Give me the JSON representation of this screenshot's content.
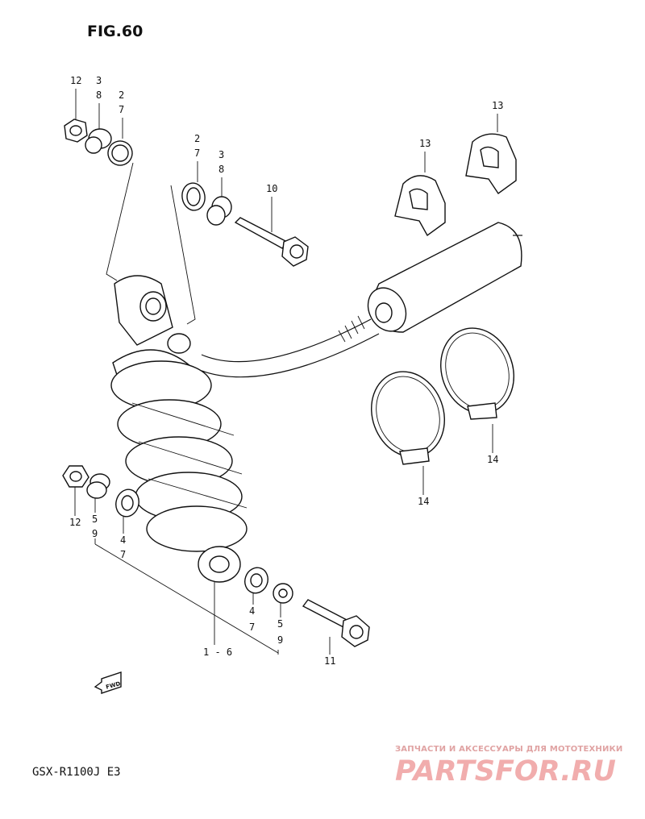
{
  "figure": {
    "title": "FIG.60",
    "model": "GSX-R1100J  E3",
    "fwd_label": "FWD"
  },
  "callouts": {
    "c12_top": "12",
    "c38_top": [
      "3",
      "8"
    ],
    "c27_top": [
      "2",
      "7"
    ],
    "c27_mid": [
      "2",
      "7"
    ],
    "c38_mid": [
      "3",
      "8"
    ],
    "c10": "10",
    "c13_left": "13",
    "c13_right": "13",
    "c12_bottom": "12",
    "c59_left": [
      "5",
      "9"
    ],
    "c47_left": [
      "4",
      "7"
    ],
    "c16": "1 - 6",
    "c47_bottom": [
      "4",
      "7"
    ],
    "c59_bottom": [
      "5",
      "9"
    ],
    "c11": "11",
    "c14_left": "14",
    "c14_right": "14"
  },
  "watermark": {
    "caption": "ЗАПЧАСТИ И АКСЕССУАРЫ ДЛЯ МОТОТЕХНИКИ",
    "brand": "PARTSFOR.RU"
  }
}
